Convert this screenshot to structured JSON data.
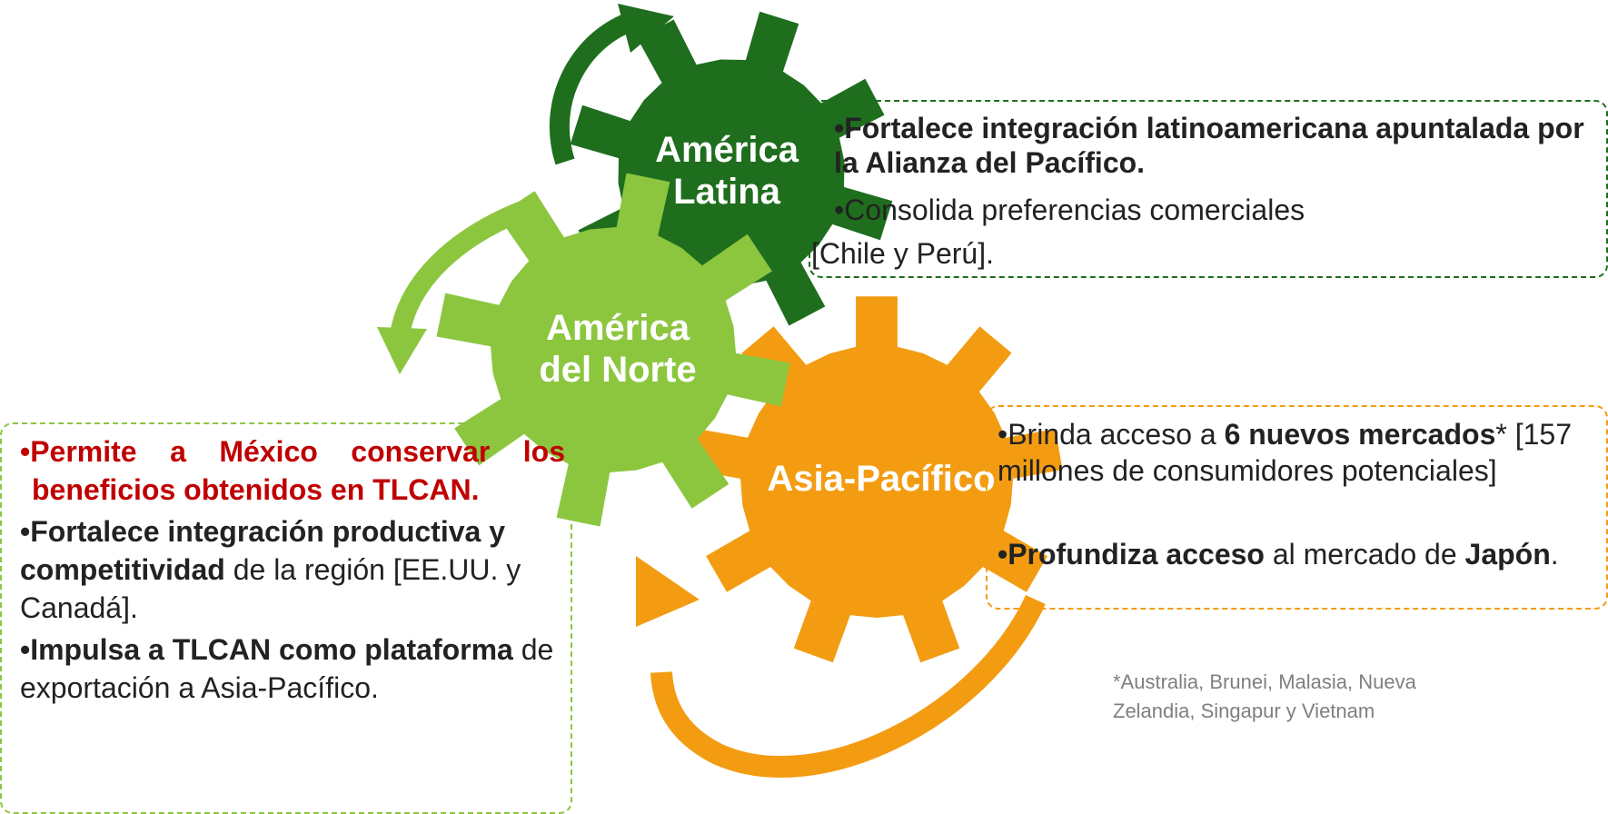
{
  "colors": {
    "dark_green": "#1e6e1e",
    "light_green": "#8cc63f",
    "orange": "#f39c12",
    "red_text": "#c00000"
  },
  "gears": {
    "latina": {
      "line1": "América",
      "line2": "Latina"
    },
    "norte": {
      "line1": "América",
      "line2": "del Norte"
    },
    "asia": {
      "label": "Asia-Pacífico"
    }
  },
  "latina_box": {
    "b1": "•Fortalece integración latinoamericana apuntalada por la Alianza del Pacífico.",
    "b2_l1": "•Consolida preferencias comerciales",
    "b2_l2": "[Chile y Perú]."
  },
  "norte_box": {
    "b1_l1": "•Permite a México conservar los",
    "b1_l2": "beneficios obtenidos en TLCAN.",
    "b2_bold": "•Fortalece integración productiva y competitividad",
    "b2_rest": " de la región [EE.UU. y Canadá].",
    "b3_bold": "•Impulsa a TLCAN como plataforma",
    "b3_rest": " de exportación a Asia-Pacífico."
  },
  "asia_box": {
    "b1_pre": "•Brinda acceso a ",
    "b1_bold": "6 nuevos mercados",
    "b1_post": "* [157 millones de consumidores potenciales]",
    "b2_bold": "•Profundiza acceso",
    "b2_mid": " al mercado de ",
    "b2_bold2": "Japón",
    "b2_end": "."
  },
  "footnote": "*Australia, Brunei, Malasia, Nueva Zelandia, Singapur y Vietnam"
}
